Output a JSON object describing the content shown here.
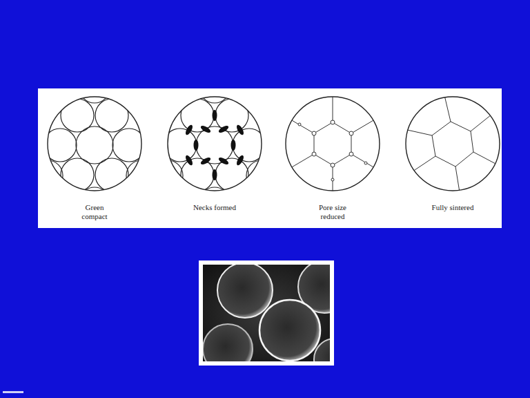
{
  "diagram": {
    "labels": [
      "Green compact",
      "Necks formed",
      "Pore size reduced",
      "Fully sintered"
    ]
  }
}
